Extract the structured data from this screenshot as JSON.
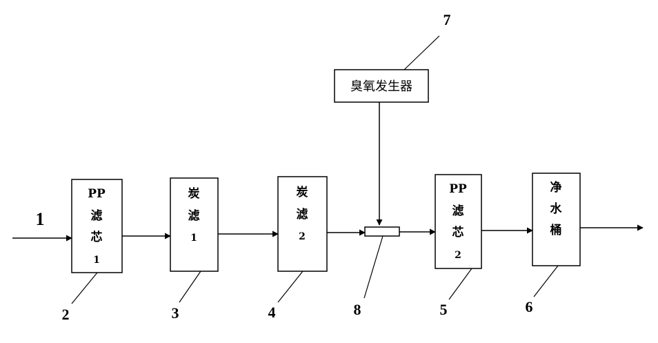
{
  "boxes": {
    "pp1": [
      "PP",
      "滤",
      "芯",
      "1"
    ],
    "carbon1": [
      "炭",
      "滤",
      "1"
    ],
    "carbon2": [
      "炭",
      "滤",
      "2"
    ],
    "pp2": [
      "PP",
      "滤",
      "芯",
      "2"
    ],
    "tank": [
      "净",
      "水",
      "桶"
    ],
    "ozone": "臭氧发生器"
  },
  "numbers": {
    "inlet": "1",
    "pp1": "2",
    "carbon1": "3",
    "carbon2": "4",
    "pp2": "5",
    "tank": "6",
    "ozone": "7",
    "mixer": "8"
  }
}
